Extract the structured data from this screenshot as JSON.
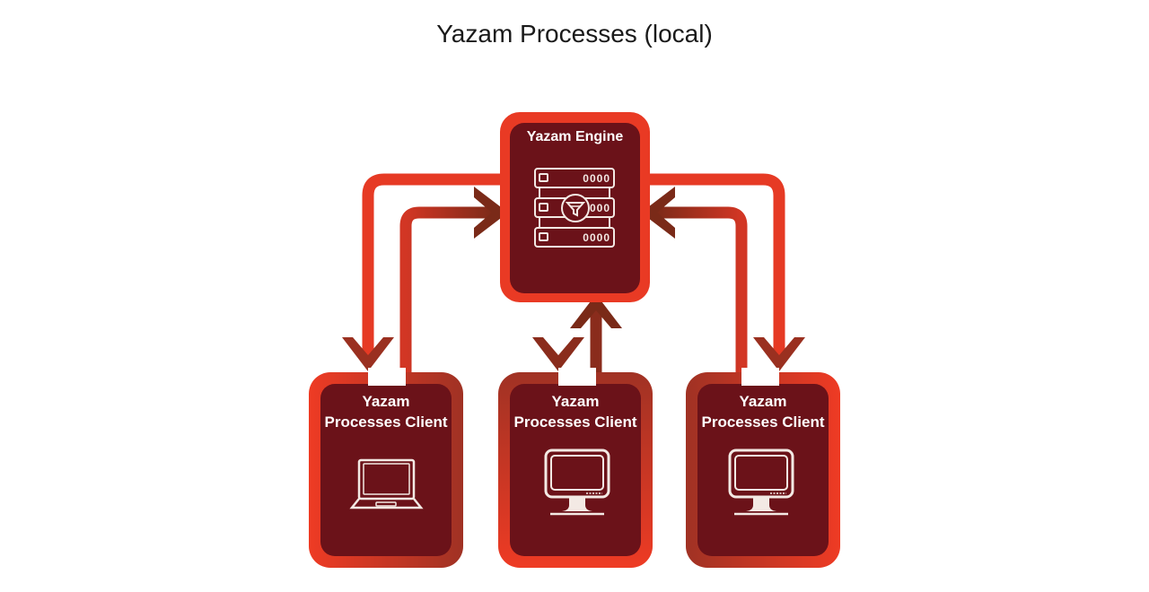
{
  "title": "Yazam Processes (local)",
  "colors": {
    "box_fill": "#6b1219",
    "border_bright": "#ea3a24",
    "border_dark": "#a83425",
    "arrow_dark": "#7a2a18",
    "text": "#ffffff"
  },
  "nodes": {
    "engine": {
      "label": "Yazam Engine",
      "icon": "server-filter-icon",
      "rack_digits": [
        "0000",
        "000",
        "0000"
      ]
    },
    "clients": [
      {
        "label_line1": "Yazam",
        "label_line2": "Processes Client",
        "icon": "laptop-icon"
      },
      {
        "label_line1": "Yazam",
        "label_line2": "Processes Client",
        "icon": "desktop-monitor-icon"
      },
      {
        "label_line1": "Yazam",
        "label_line2": "Processes Client",
        "icon": "desktop-monitor-icon"
      }
    ]
  },
  "connections": [
    {
      "from": "engine",
      "to": "client-1"
    },
    {
      "from": "client-1",
      "to": "engine"
    },
    {
      "from": "engine",
      "to": "client-2"
    },
    {
      "from": "client-2",
      "to": "engine"
    },
    {
      "from": "engine",
      "to": "client-3"
    },
    {
      "from": "client-3",
      "to": "engine"
    }
  ]
}
